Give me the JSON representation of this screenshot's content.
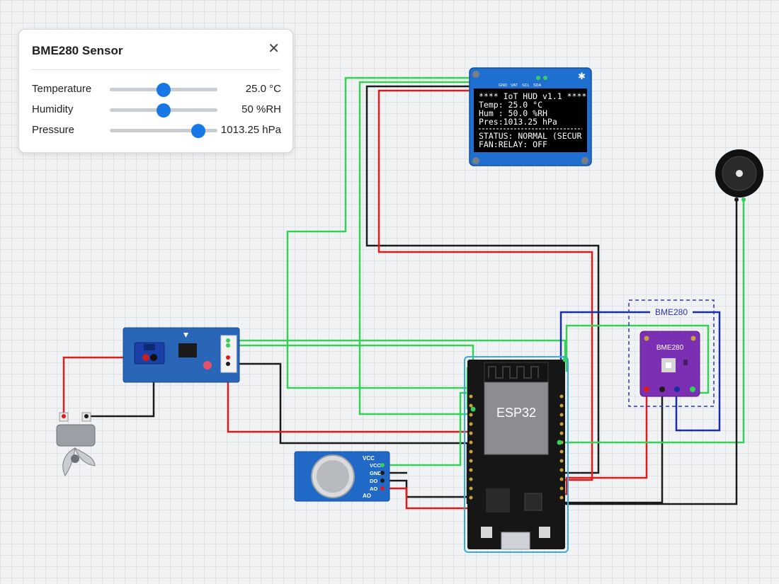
{
  "panel": {
    "title": "BME280 Sensor",
    "close_symbol": "✕",
    "rows": [
      {
        "label": "Temperature",
        "value": "25.0 °C",
        "level": 0.5
      },
      {
        "label": "Humidity",
        "value": "50 %RH",
        "level": 0.5
      },
      {
        "label": "Pressure",
        "value": "1013.25 hPa",
        "level": 0.82
      }
    ]
  },
  "oled": {
    "pins": [
      "GND",
      "VAT",
      "SCL",
      "SDA"
    ],
    "lines": [
      "**** IoT HUD v1.1 ****",
      "Temp: 25.0 °C",
      "Hum : 50.0 %RH",
      "Pres:1013.25 hPa",
      "STATUS: NORMAL  (SECUR",
      "FAN:RELAY: OFF"
    ]
  },
  "bme280": {
    "group_label": "BME280",
    "chip_label": "BME280"
  },
  "esp32": {
    "label": "ESP32"
  },
  "gas_sensor": {
    "pins": [
      "VCC",
      "GND",
      "DO",
      "AO"
    ],
    "top_label": "VCC",
    "bottom_label": "AO"
  },
  "colors": {
    "wire_green": "#34d058",
    "wire_red": "#dd1c1c",
    "wire_black": "#1b1b1b",
    "wire_blue": "#1a2ea6",
    "accent": "#1877e6"
  }
}
